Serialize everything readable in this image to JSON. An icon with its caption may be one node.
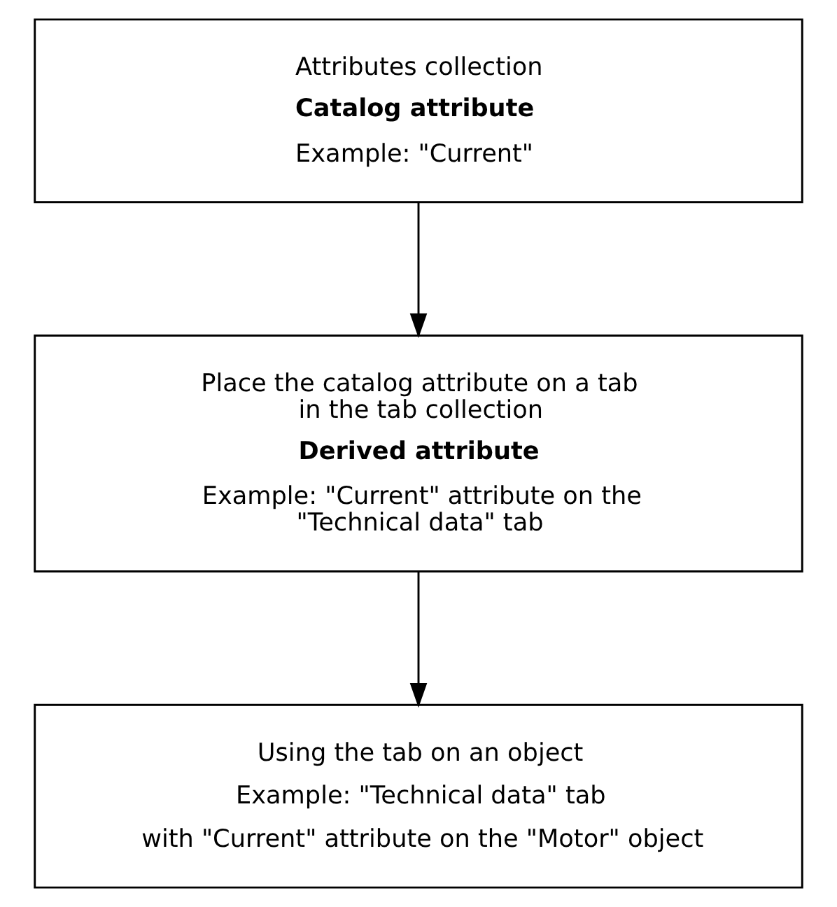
{
  "diagram": {
    "nodes": [
      {
        "text": [
          "Attributes collection",
          "Catalog attribute",
          "Example: \"Current\""
        ]
      },
      {
        "text": [
          "Place the catalog attribute on a tab in the tab collection",
          "Derived attribute",
          "Example: \"Current\" attribute on the \"Technical data\" tab"
        ]
      },
      {
        "text": [
          "Using the tab on an object",
          "Example: \"Technical data\" tab",
          "with \"Current\" attribute on the \"Motor\" object"
        ]
      }
    ],
    "edges": [
      {
        "from": 0,
        "to": 1,
        "arrow": "to"
      },
      {
        "from": 1,
        "to": 2,
        "arrow": "to"
      }
    ]
  }
}
